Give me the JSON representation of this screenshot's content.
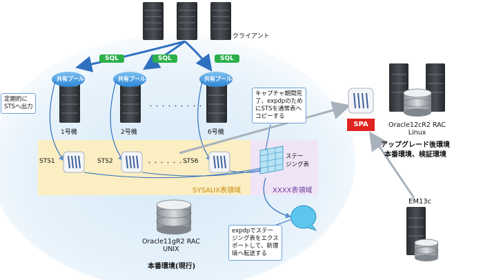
{
  "clients_label": "クライアント",
  "sql_label": "SQL",
  "shared_pool_label": "共有プール",
  "nodes": [
    "1号機",
    "2号機",
    "6号機"
  ],
  "ellipsis": "・・・・・・・・・",
  "sts_labels": [
    "STS1",
    "STS2",
    "STS6"
  ],
  "sts_ellipsis": "・・・・・・・",
  "sysaux_label": "SYSAUX表領域",
  "staging_label": "ステー\nジング表",
  "xxxx_label": "XXXX表領域",
  "periodic_note": "定期的に\nSTSへ出力",
  "capture_note": "キャプチャ期間完\n了、expdpのため\nにSTSを通常表へ\nコピーする",
  "expdp_note": "expdpでステー\nジング表をエクス\nポートして、新環\n境へ転送する",
  "source_db": "Oracle11gR2 RAC\nUNIX",
  "source_env": "本番環境(現行)",
  "spa_label": "SPA",
  "target_db": "Oracle12cR2 RAC\nLinux",
  "target_env": "アップグレード後環境\n本番環境、検証環境",
  "em_label": "EM13c",
  "colors": {
    "sysaux_band": "#fbeec2",
    "xxxx_band": "#efe5f6",
    "haze": "#dfeef9",
    "sql_green": "#2bb04a",
    "sysaux_text": "#c98a12",
    "xxxx_text": "#6a3d9a",
    "spa_red": "#e0231e",
    "arrow_blue": "#2f6fc0",
    "arrow_gray": "#a8b2bc"
  }
}
